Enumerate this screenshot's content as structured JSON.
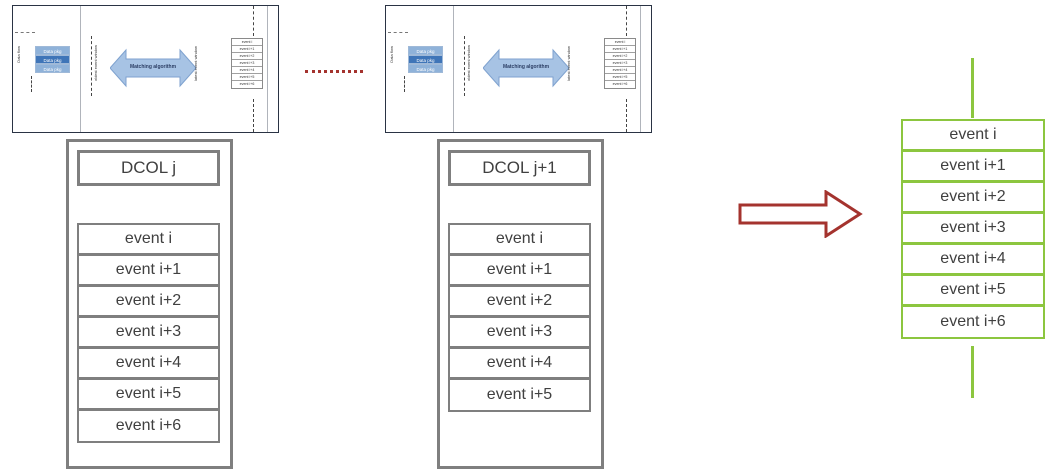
{
  "thumbnails": [
    {
      "packages": [
        "Data pkg",
        "Data pkg",
        "Data pkg"
      ],
      "matching_label": "Matching algorithm",
      "events": [
        "event i",
        "event i+1",
        "event i+2",
        "event i+3",
        "event i+4",
        "event i+5",
        "event i+6"
      ]
    },
    {
      "packages": [
        "Data pkg",
        "Data pkg",
        "Data pkg"
      ],
      "matching_label": "Matching algorithm",
      "events": [
        "event i",
        "event i+1",
        "event i+2",
        "event i+3",
        "event i+4",
        "event i+5",
        "event i+6"
      ]
    }
  ],
  "dcols": [
    {
      "label": "DCOL j",
      "events": [
        "event i",
        "event i+1",
        "event i+2",
        "event i+3",
        "event i+4",
        "event i+5",
        "event i+6"
      ]
    },
    {
      "label": "DCOL j+1",
      "events": [
        "event i",
        "event i+1",
        "event i+2",
        "event i+3",
        "event i+4",
        "event i+5"
      ]
    }
  ],
  "output": {
    "events": [
      "event i",
      "event i+1",
      "event i+2",
      "event i+3",
      "event i+4",
      "event i+5",
      "event i+6"
    ]
  },
  "colors": {
    "box_border": "#7f7f7f",
    "output_border": "#8cc63f",
    "arrow": "#a4332e",
    "dots": "#a4332e"
  }
}
